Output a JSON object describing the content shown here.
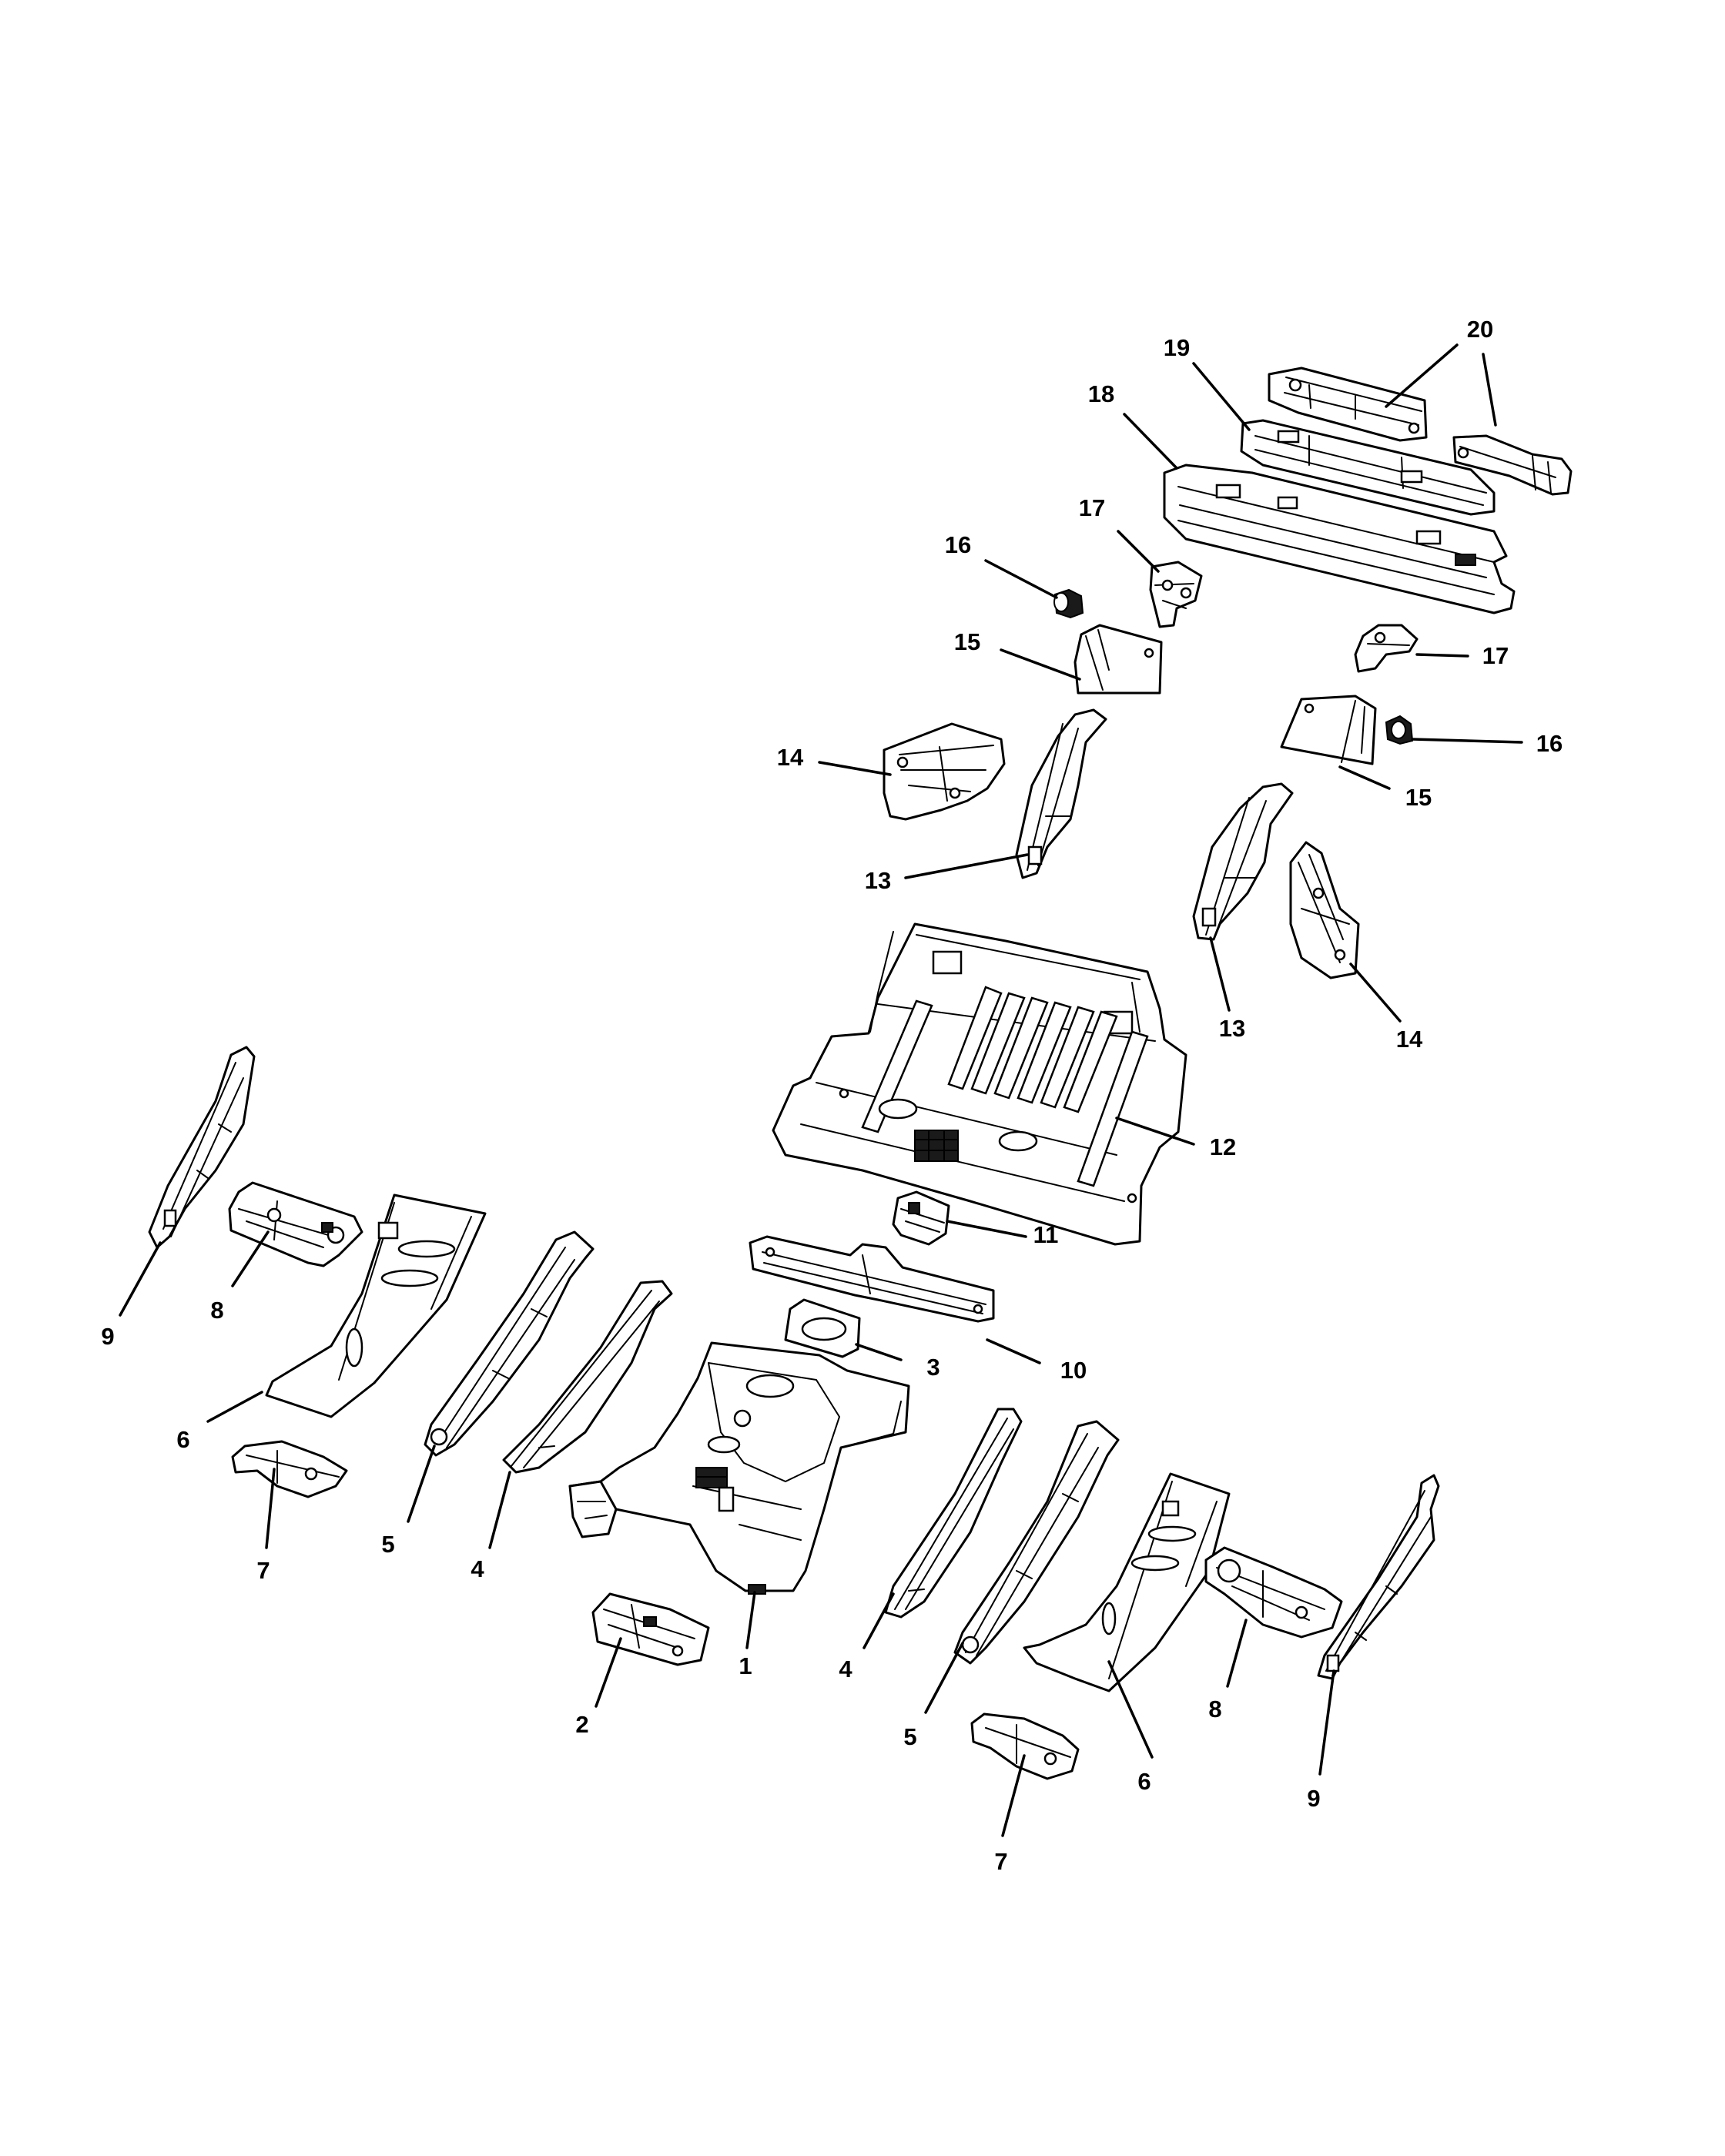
{
  "callouts": [
    {
      "id": "c1",
      "label": "1"
    },
    {
      "id": "c2",
      "label": "2"
    },
    {
      "id": "c3",
      "label": "3"
    },
    {
      "id": "c4l",
      "label": "4"
    },
    {
      "id": "c4r",
      "label": "4"
    },
    {
      "id": "c5l",
      "label": "5"
    },
    {
      "id": "c5r",
      "label": "5"
    },
    {
      "id": "c6l",
      "label": "6"
    },
    {
      "id": "c6r",
      "label": "6"
    },
    {
      "id": "c7l",
      "label": "7"
    },
    {
      "id": "c7r",
      "label": "7"
    },
    {
      "id": "c8l",
      "label": "8"
    },
    {
      "id": "c8r",
      "label": "8"
    },
    {
      "id": "c9l",
      "label": "9"
    },
    {
      "id": "c9r",
      "label": "9"
    },
    {
      "id": "c10",
      "label": "10"
    },
    {
      "id": "c11",
      "label": "11"
    },
    {
      "id": "c12",
      "label": "12"
    },
    {
      "id": "c13l",
      "label": "13"
    },
    {
      "id": "c13r",
      "label": "13"
    },
    {
      "id": "c14l",
      "label": "14"
    },
    {
      "id": "c14r",
      "label": "14"
    },
    {
      "id": "c15l",
      "label": "15"
    },
    {
      "id": "c15r",
      "label": "15"
    },
    {
      "id": "c16l",
      "label": "16"
    },
    {
      "id": "c16r",
      "label": "16"
    },
    {
      "id": "c17l",
      "label": "17"
    },
    {
      "id": "c17r",
      "label": "17"
    },
    {
      "id": "c18",
      "label": "18"
    },
    {
      "id": "c19",
      "label": "19"
    },
    {
      "id": "c20",
      "label": "20"
    }
  ],
  "colors": {
    "line": "#000000",
    "background": "#ffffff"
  }
}
